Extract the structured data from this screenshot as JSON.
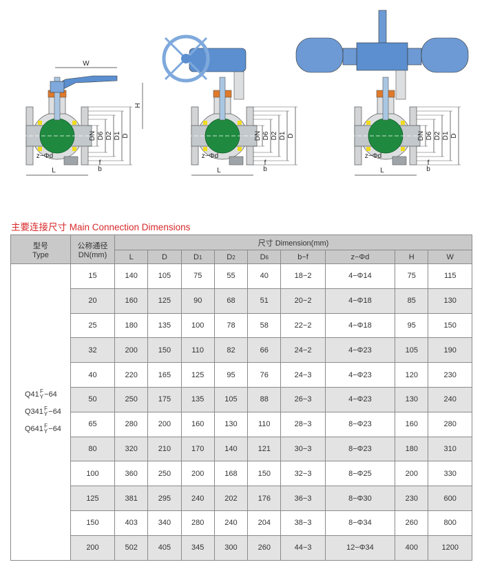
{
  "drawing_labels": {
    "W": "W",
    "H": "H",
    "L": "L",
    "DN": "DN",
    "D6": "D6",
    "D2": "D2",
    "D1": "D1",
    "D": "D",
    "bolt": "z−Φd",
    "f": "f",
    "b": "b"
  },
  "section_title": "主要连接尺寸 Main Connection Dimensions",
  "table": {
    "type_header_cn": "型号",
    "type_header_en": "Type",
    "dn_header_cn": "公称通径",
    "dn_header_en": "DN(mm)",
    "dimension_header": "尺寸 Dimension(mm)",
    "columns": [
      "L",
      "D",
      "D1",
      "D2",
      "D6",
      "b−f",
      "z−Φd",
      "H",
      "W"
    ],
    "types": [
      {
        "base": "Q41",
        "sup": "F",
        "sub": "Y",
        "suffix": "−64"
      },
      {
        "base": "Q341",
        "sup": "F",
        "sub": "Y",
        "suffix": "−64"
      },
      {
        "base": "Q641",
        "sup": "F",
        "sub": "Y",
        "suffix": "−64"
      }
    ],
    "rows": [
      [
        "15",
        "140",
        "105",
        "75",
        "55",
        "40",
        "18−2",
        "4−Φ14",
        "75",
        "115"
      ],
      [
        "20",
        "160",
        "125",
        "90",
        "68",
        "51",
        "20−2",
        "4−Φ18",
        "85",
        "130"
      ],
      [
        "25",
        "180",
        "135",
        "100",
        "78",
        "58",
        "22−2",
        "4−Φ18",
        "95",
        "150"
      ],
      [
        "32",
        "200",
        "150",
        "110",
        "82",
        "66",
        "24−2",
        "4−Φ23",
        "105",
        "190"
      ],
      [
        "40",
        "220",
        "165",
        "125",
        "95",
        "76",
        "24−3",
        "4−Φ23",
        "120",
        "230"
      ],
      [
        "50",
        "250",
        "175",
        "135",
        "105",
        "88",
        "26−3",
        "4−Φ23",
        "130",
        "240"
      ],
      [
        "65",
        "280",
        "200",
        "160",
        "130",
        "110",
        "28−3",
        "8−Φ23",
        "160",
        "280"
      ],
      [
        "80",
        "320",
        "210",
        "170",
        "140",
        "121",
        "30−3",
        "8−Φ23",
        "180",
        "310"
      ],
      [
        "100",
        "360",
        "250",
        "200",
        "168",
        "150",
        "32−3",
        "8−Φ25",
        "200",
        "330"
      ],
      [
        "125",
        "381",
        "295",
        "240",
        "202",
        "176",
        "36−3",
        "8−Φ30",
        "230",
        "600"
      ],
      [
        "150",
        "403",
        "340",
        "280",
        "240",
        "204",
        "38−3",
        "8−Φ34",
        "260",
        "800"
      ],
      [
        "200",
        "502",
        "405",
        "345",
        "300",
        "260",
        "44−3",
        "12−Φ34",
        "400",
        "1200"
      ]
    ]
  }
}
